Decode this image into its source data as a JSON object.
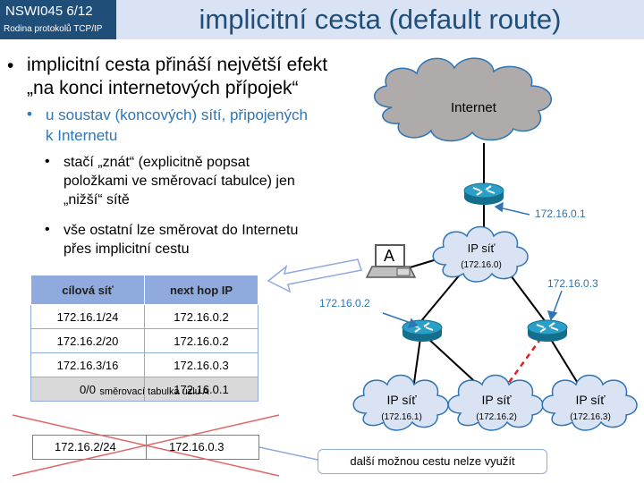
{
  "header": {
    "code": "NSWI045   6/12",
    "subtitle": "Rodina protokolů TCP/IP",
    "title": "implicitní cesta (default route)"
  },
  "bullets": {
    "l1": [
      "implicitní cesta přináší největší efekt",
      "„na konci internetových přípojek“"
    ],
    "l2": [
      "u soustav (koncových) sítí, připojených",
      "k Internetu"
    ],
    "l3a": [
      "stačí „znát“ (explicitně popsat",
      "položkami ve směrovací tabulce) jen",
      "„nižší“ sítě"
    ],
    "l3b": [
      "vše ostatní lze směrovat do Internetu",
      "přes implicitní cestu"
    ]
  },
  "table": {
    "headers": [
      "cílová síť",
      "next hop IP"
    ],
    "rows": [
      [
        "172.16.1/24",
        "172.16.0.2"
      ],
      [
        "172.16.2/20",
        "172.16.0.2"
      ],
      [
        "172.16.3/16",
        "172.16.0.3"
      ],
      [
        "0/0",
        "172.16.0.1"
      ]
    ],
    "caption": "směrovací tabulka uzlu A"
  },
  "crossed_row": [
    "172.16.2/24",
    "172.16.0.3"
  ],
  "callout": "další možnou cestu nelze využít",
  "diagram": {
    "internet": "Internet",
    "node_a": "A",
    "ip_labels": [
      "172.16.0.1",
      "172.16.0.2",
      "172.16.0.3"
    ],
    "cloud_label": "IP síť",
    "clouds": [
      "(172.16.0)",
      "(172.16.1)",
      "(172.16.2)",
      "(172.16.3)"
    ]
  },
  "colors": {
    "header_dark": "#1f4e79",
    "header_light": "#dae3f3",
    "accent": "#2e75b6",
    "router": "#1f8fb3",
    "cross": "#e06666",
    "dashed": "#e02020"
  }
}
